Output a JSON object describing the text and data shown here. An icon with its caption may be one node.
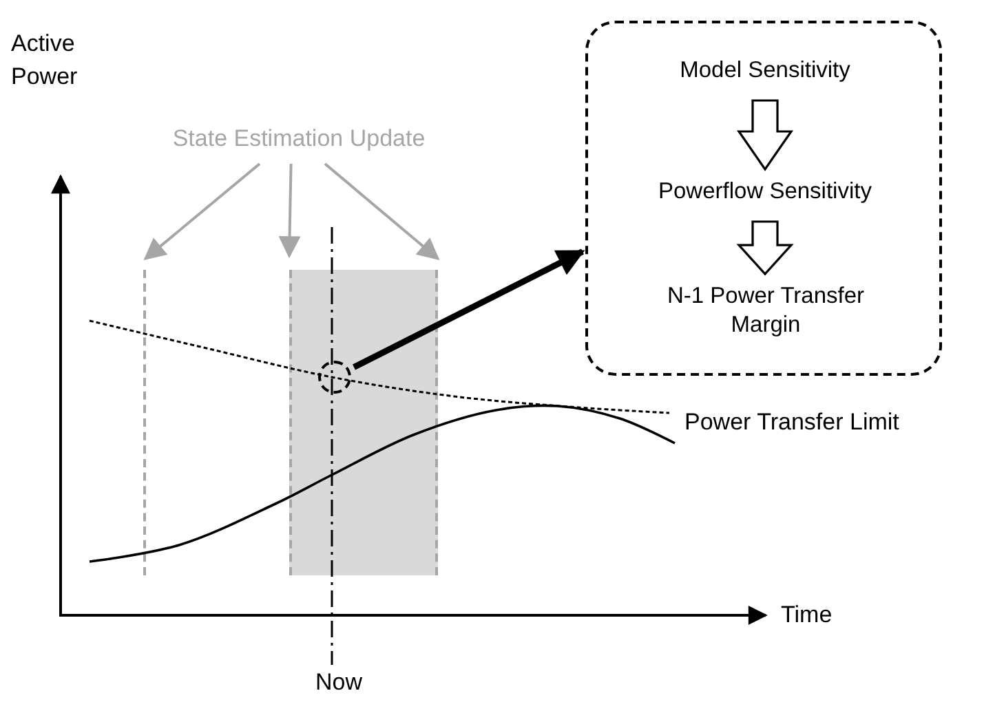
{
  "diagram": {
    "nodes": [
      {
        "text": [
          "State Estimation Update"
        ]
      },
      {
        "text": [],
        "shape": "bar"
      },
      {
        "text": [],
        "shape": "box"
      },
      {
        "text": [],
        "shape": "circle",
        "in": 2
      },
      {
        "text": [],
        "shape": "box"
      },
      {
        "text": [
          "Model Sensitivity"
        ],
        "in": 4
      },
      {
        "text": [
          "Powerflow Sensitivity"
        ],
        "in": 4
      },
      {
        "text": [
          "N-1 Power Transfer Margin"
        ],
        "in": 4
      }
    ],
    "edges": [
      {
        "from": 0,
        "to": 1,
        "arrow": "to",
        "color": "#a6a6a6"
      },
      {
        "from": 0,
        "to": 2,
        "arrow": "to",
        "color": "#a6a6a6"
      },
      {
        "from": 0,
        "to": 2,
        "arrow": "to",
        "color": "#a6a6a6"
      },
      {
        "from": 3,
        "to": 4,
        "arrow": "to",
        "style": "thick",
        "color": "#000000"
      },
      {
        "from": 5,
        "to": 6,
        "arrow": "to"
      },
      {
        "from": 6,
        "to": 7,
        "arrow": "to"
      }
    ],
    "labels": [
      "Active Power",
      "Power Transfer Limit",
      "Time",
      "Now"
    ]
  }
}
